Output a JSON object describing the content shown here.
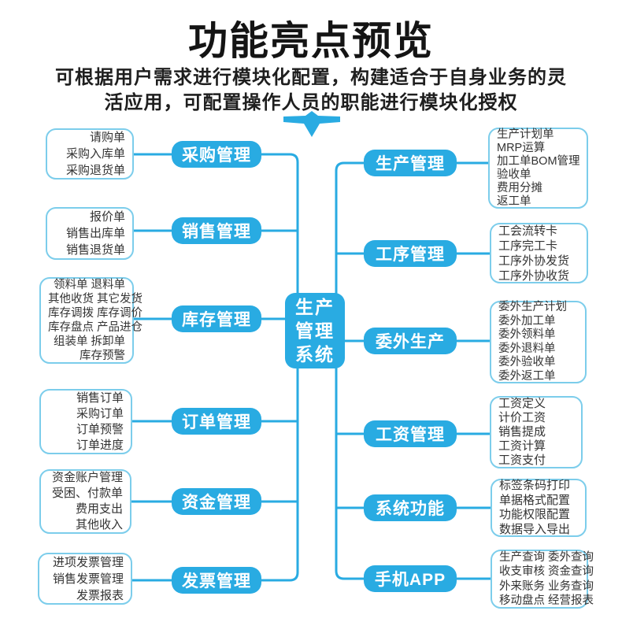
{
  "header": {
    "title": "功能亮点预览",
    "subtitle_line1": "可根据用户需求进行模块化配置，构建适合于自身业务的灵",
    "subtitle_line2": "活应用，可配置操作人员的职能进行模块化授权"
  },
  "colors": {
    "accent": "#29abe2",
    "note_border": "#7ccdeb",
    "title_ink": "#141414",
    "note_ink": "#333333"
  },
  "center": {
    "label": "生产管理系统",
    "lines": [
      "生产",
      "管理",
      "系统"
    ]
  },
  "left_branches": [
    {
      "label": "采购管理",
      "items": [
        "请购单",
        "采购入库单",
        "采购退货单"
      ]
    },
    {
      "label": "销售管理",
      "items": [
        "报价单",
        "销售出库单",
        "销售退货单"
      ]
    },
    {
      "label": "库存管理",
      "items": [
        "领料单 退料单",
        "其他收货 其它发货",
        "库存调拨 库存调价",
        "库存盘点 产品进仓",
        "组装单 拆卸单",
        "库存预警"
      ]
    },
    {
      "label": "订单管理",
      "items": [
        "销售订单",
        "采购订单",
        "订单预警",
        "订单进度"
      ]
    },
    {
      "label": "资金管理",
      "items": [
        "资金账户管理",
        "受困、付款单",
        "费用支出",
        "其他收入"
      ]
    },
    {
      "label": "发票管理",
      "items": [
        "进项发票管理",
        "销售发票管理",
        "发票报表"
      ]
    }
  ],
  "right_branches": [
    {
      "label": "生产管理",
      "items": [
        "生产计划单",
        "MRP运算",
        "加工单BOM管理",
        "验收单",
        "费用分摊",
        "返工单"
      ]
    },
    {
      "label": "工序管理",
      "items": [
        "工会流转卡",
        "工序完工卡",
        "工序外协发货",
        "工序外协收货"
      ]
    },
    {
      "label": "委外生产",
      "items": [
        "委外生产计划",
        "委外加工单",
        "委外领料单",
        "委外退料单",
        "委外验收单",
        "委外返工单"
      ]
    },
    {
      "label": "工资管理",
      "items": [
        "工资定义",
        "计价工资",
        "销售提成",
        "工资计算",
        "工资支付"
      ]
    },
    {
      "label": "系统功能",
      "items": [
        "标签条码打印",
        "单据格式配置",
        "功能权限配置",
        "数据导入导出"
      ]
    },
    {
      "label": "手机APP",
      "items": [
        "生产查询 委外查询",
        "收支审核 资金查询",
        "外来账务 业务查询",
        "移动盘点 经营报表"
      ]
    }
  ]
}
